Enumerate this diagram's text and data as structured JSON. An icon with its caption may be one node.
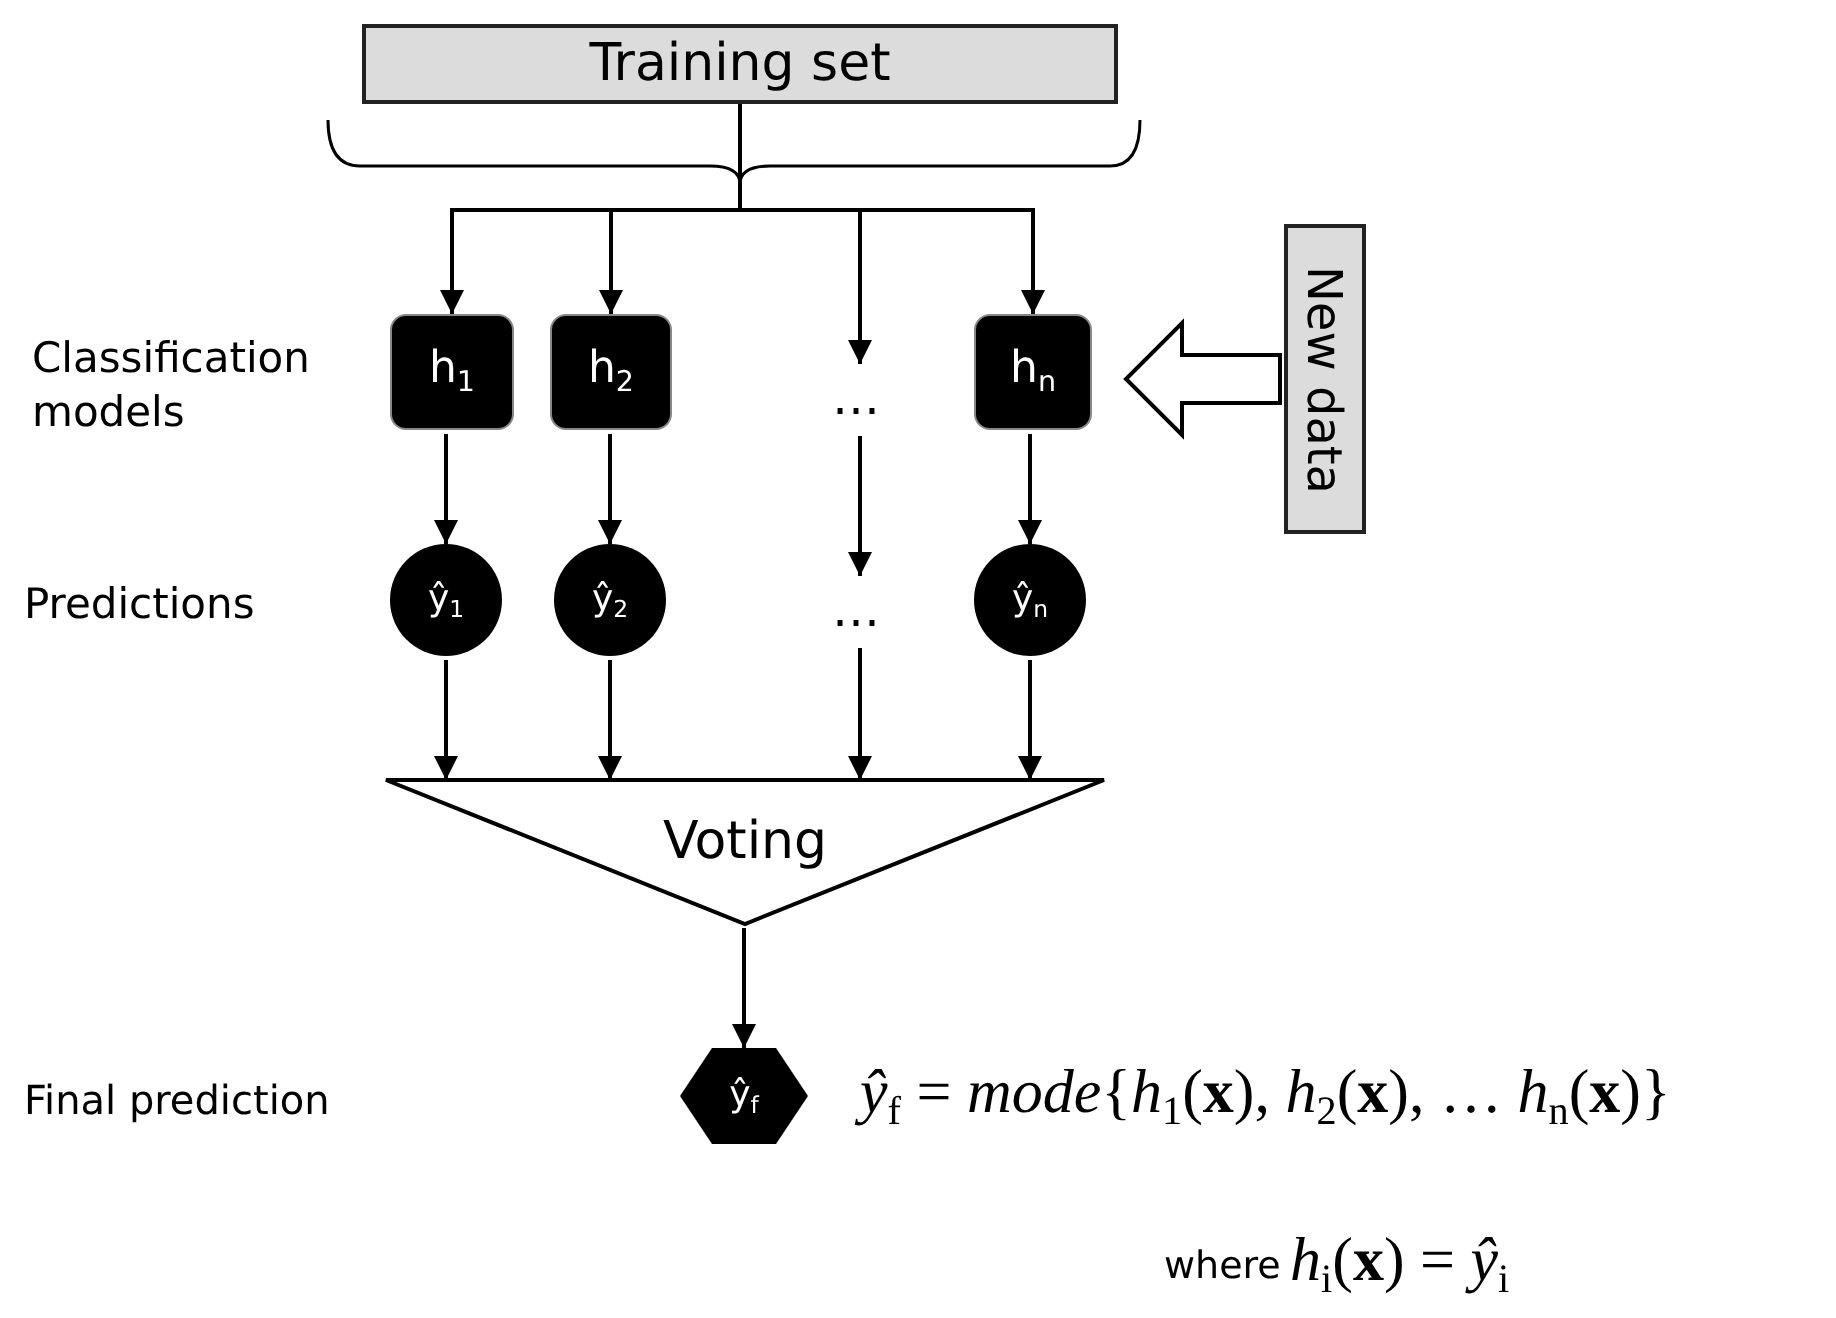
{
  "diagram": {
    "nodes": [
      {
        "text": [
          "Training set"
        ]
      },
      {
        "text": [
          "h$_{1}$"
        ]
      },
      {
        "text": [
          "h$_{2}$"
        ]
      },
      {
        "text": [
          "…"
        ]
      },
      {
        "text": [
          "h$_{n}$"
        ]
      },
      {
        "text": [
          "ŷ$_{1}$"
        ]
      },
      {
        "text": [
          "ŷ$_{2}$"
        ]
      },
      {
        "text": [
          "…"
        ]
      },
      {
        "text": [
          "ŷ$_{n}$"
        ]
      },
      {
        "text": [
          "Voting"
        ]
      },
      {
        "text": [
          "ŷ$_{f}$"
        ]
      },
      {
        "text": [
          "New data"
        ]
      }
    ],
    "edges": [
      {
        "from": 0,
        "to": 1,
        "arrow": "to"
      },
      {
        "from": 0,
        "to": 2,
        "arrow": "to"
      },
      {
        "from": 0,
        "to": 3,
        "arrow": "to"
      },
      {
        "from": 0,
        "to": 4,
        "arrow": "to"
      },
      {
        "from": 1,
        "to": 5,
        "arrow": "to"
      },
      {
        "from": 2,
        "to": 6,
        "arrow": "to"
      },
      {
        "from": 3,
        "to": 7,
        "arrow": "to"
      },
      {
        "from": 4,
        "to": 8,
        "arrow": "to"
      },
      {
        "from": 5,
        "to": 9,
        "arrow": "to"
      },
      {
        "from": 6,
        "to": 9,
        "arrow": "to"
      },
      {
        "from": 7,
        "to": 9,
        "arrow": "to"
      },
      {
        "from": 8,
        "to": 9,
        "arrow": "to"
      },
      {
        "from": 9,
        "to": 10,
        "arrow": "to"
      },
      {
        "from": 11,
        "to": 4,
        "arrow": "to",
        "style": "thick"
      }
    ],
    "labels": [
      "Classification models",
      "Predictions",
      "Final prediction",
      "*ŷ*$_{f}$ = *mode*{*h*$_{1}$(**x**), *h*$_{2}$(**x**), … *h*$_{n}$(**x**)}",
      "where",
      "*h*$_{i}$(**x**) = *ŷ*$_{i}$"
    ]
  }
}
